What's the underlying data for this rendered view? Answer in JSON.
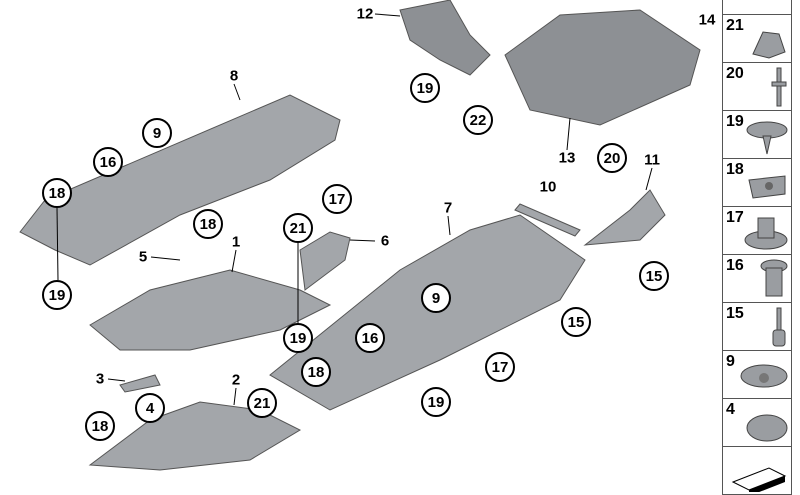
{
  "callouts_circled": [
    "19",
    "22",
    "20",
    "9",
    "16",
    "18",
    "19",
    "17",
    "18",
    "21",
    "19",
    "15",
    "15",
    "9",
    "16",
    "17",
    "19",
    "18",
    "21",
    "18",
    "4"
  ],
  "callouts_plain": [
    "12",
    "14",
    "8",
    "13",
    "11",
    "10",
    "7",
    "6",
    "1",
    "5",
    "3",
    "2"
  ],
  "side_panel": [
    "21",
    "20",
    "19",
    "18",
    "17",
    "16",
    "15",
    "9",
    "4"
  ],
  "colors": {
    "part": "#9a9da1",
    "part_dark": "#6f7276",
    "line": "#000000"
  }
}
